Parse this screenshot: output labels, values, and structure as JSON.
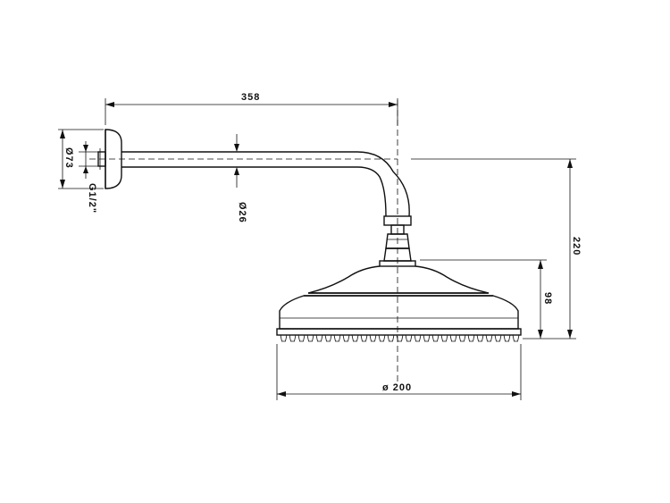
{
  "colors": {
    "line": "#111111",
    "background": "#ffffff"
  },
  "dimensions": {
    "length": "358",
    "height": "220",
    "head_height": "98",
    "head_diameter": "ø 200",
    "arm_diameter": "Ø26",
    "flange_diameter": "Ø73",
    "thread": "G1/2\""
  }
}
